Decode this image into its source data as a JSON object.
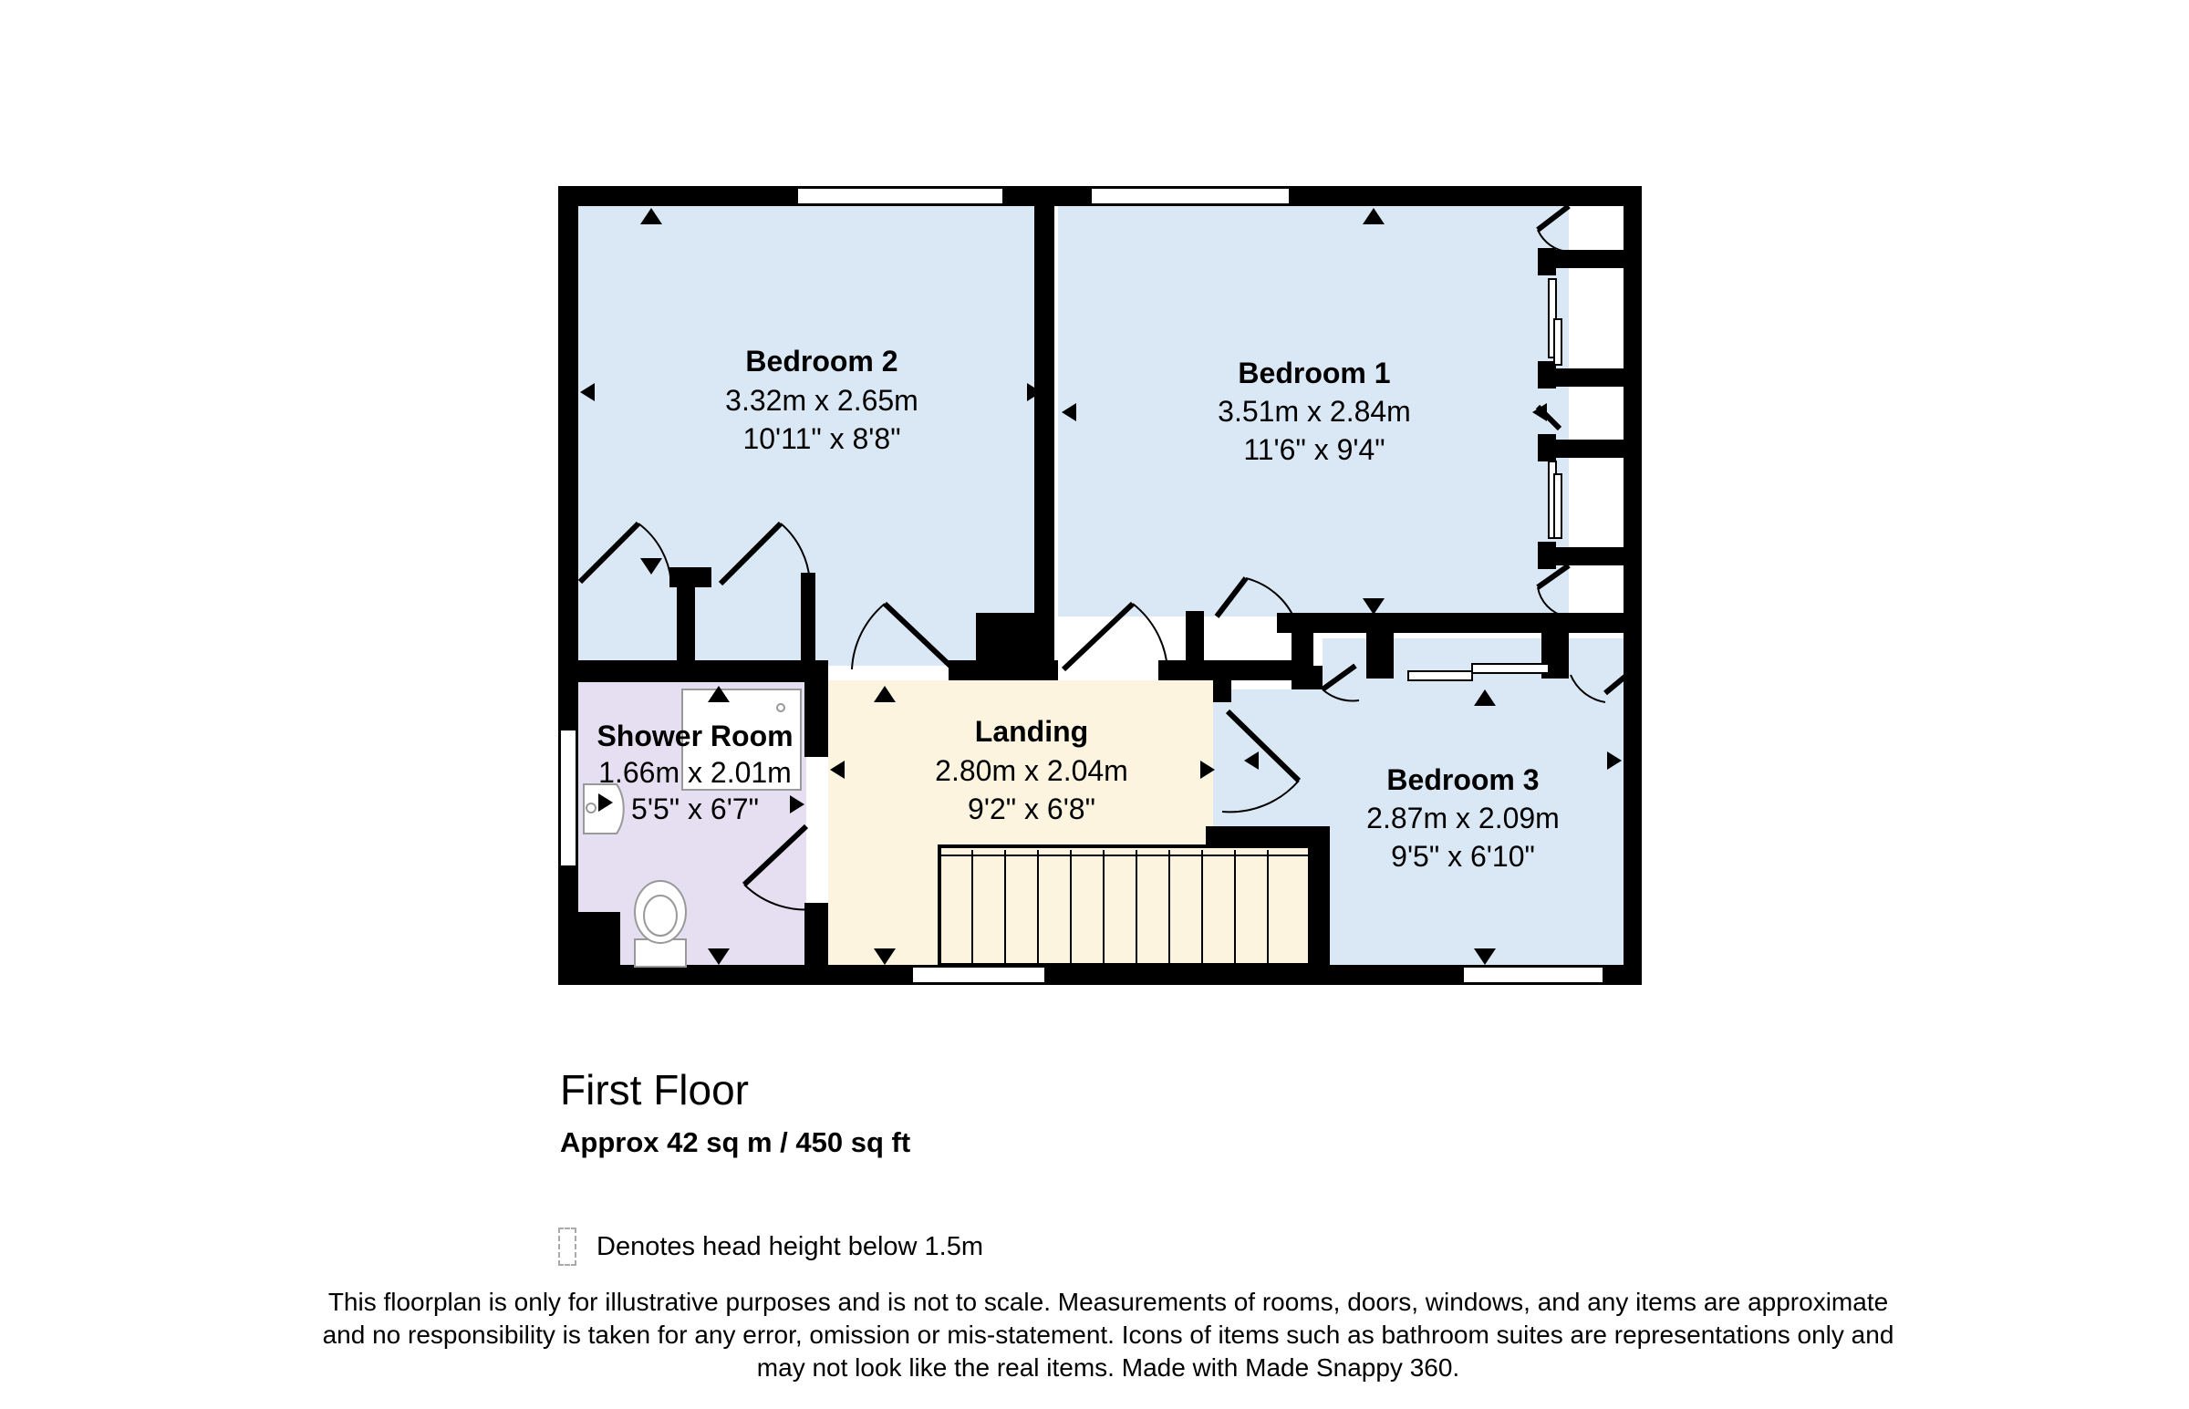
{
  "colors": {
    "wall": "#000000",
    "bedroom": "#dae8f6",
    "shower_room": "#e6dff2",
    "landing": "#fcf4de"
  },
  "rooms": {
    "bedroom2": {
      "name": "Bedroom 2",
      "metric": "3.32m x 2.65m",
      "imperial": "10'11\" x 8'8\""
    },
    "bedroom1": {
      "name": "Bedroom 1",
      "metric": "3.51m x 2.84m",
      "imperial": "11'6\" x 9'4\""
    },
    "shower_room": {
      "name": "Shower Room",
      "metric": "1.66m x 2.01m",
      "imperial": "5'5\" x 6'7\""
    },
    "landing": {
      "name": "Landing",
      "metric": "2.80m x 2.04m",
      "imperial": "9'2\" x 6'8\""
    },
    "bedroom3": {
      "name": "Bedroom 3",
      "metric": "2.87m x 2.09m",
      "imperial": "9'5\" x 6'10\""
    }
  },
  "floor": {
    "title": "First Floor",
    "area": "Approx 42 sq m / 450 sq ft"
  },
  "legend": {
    "text": "Denotes head height below 1.5m"
  },
  "disclaimer": {
    "line1": "This floorplan is only for illustrative purposes and is not to scale. Measurements of rooms, doors, windows, and any items are approximate",
    "line2": "and no responsibility is taken for any error, omission or mis-statement. Icons of items such as bathroom suites are representations only and",
    "line3": "may not look like the real items. Made with Made Snappy 360."
  }
}
